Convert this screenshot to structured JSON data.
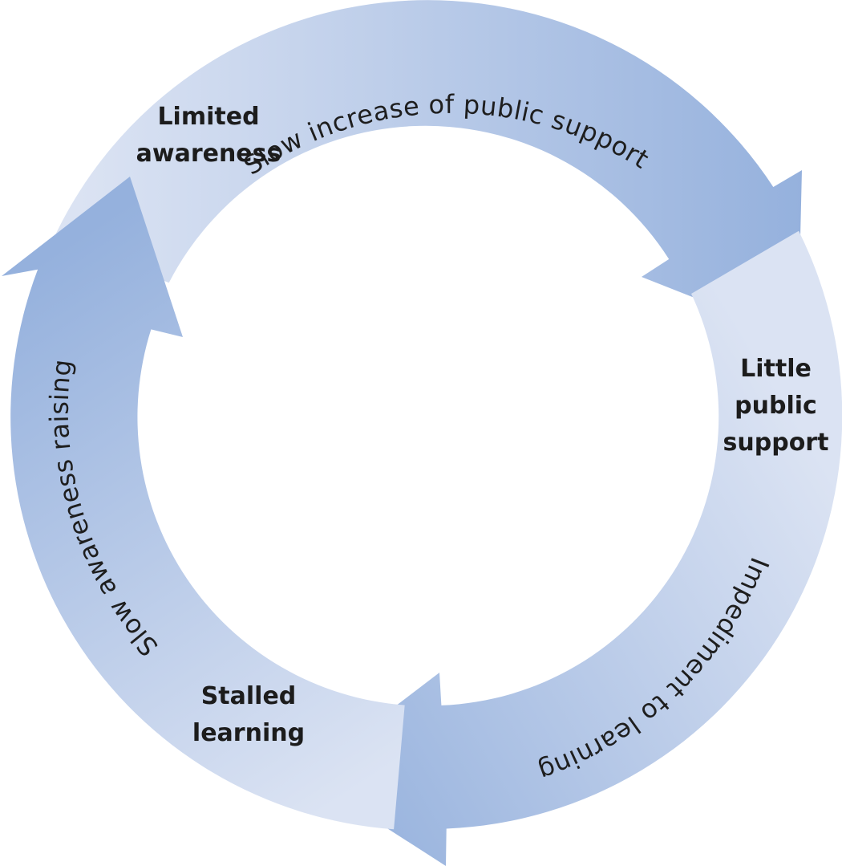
{
  "nodes": {
    "limited_awareness": "Limited\nawareness",
    "little_public_support": "Little\npublic\nsupport",
    "stalled_learning": "Stalled\nlearning"
  },
  "arrows": {
    "top": "Slow increase of public support",
    "right": "Impediment to learning",
    "left": "Slow awareness raising"
  },
  "colors": {
    "arrow_light": "#dbe3f3",
    "arrow_mid": "#b6c8e7",
    "arrow_dark": "#95b1dd",
    "text": "#1c1c1c",
    "background": "#ffffff"
  }
}
